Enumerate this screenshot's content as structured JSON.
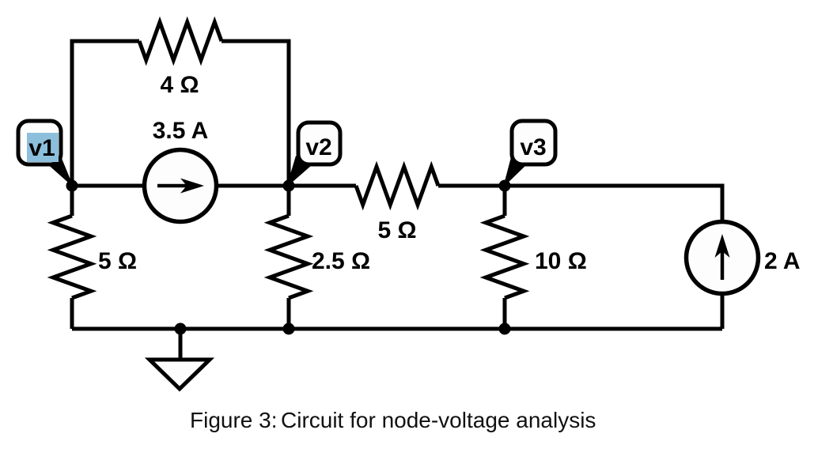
{
  "nodes": {
    "v1": {
      "label": "v1",
      "highlight_color": "#8cbfdc"
    },
    "v2": {
      "label": "v2"
    },
    "v3": {
      "label": "v3"
    }
  },
  "components": {
    "resistor_top": {
      "label": "4 Ω"
    },
    "current_source_middle": {
      "label": "3.5 A"
    },
    "resistor_v1_ground": {
      "label": "5 Ω"
    },
    "resistor_v2_ground": {
      "label": "2.5 Ω"
    },
    "resistor_v2_v3": {
      "label": "5 Ω"
    },
    "resistor_v3_ground": {
      "label": "10 Ω"
    },
    "current_source_right": {
      "label": "2 A"
    }
  },
  "caption": {
    "figure_label": "Figure 3:",
    "text": "Circuit for node-voltage analysis"
  },
  "colors": {
    "line": "#000000",
    "component_fill": "#fdfdfd",
    "background": "#ffffff"
  }
}
